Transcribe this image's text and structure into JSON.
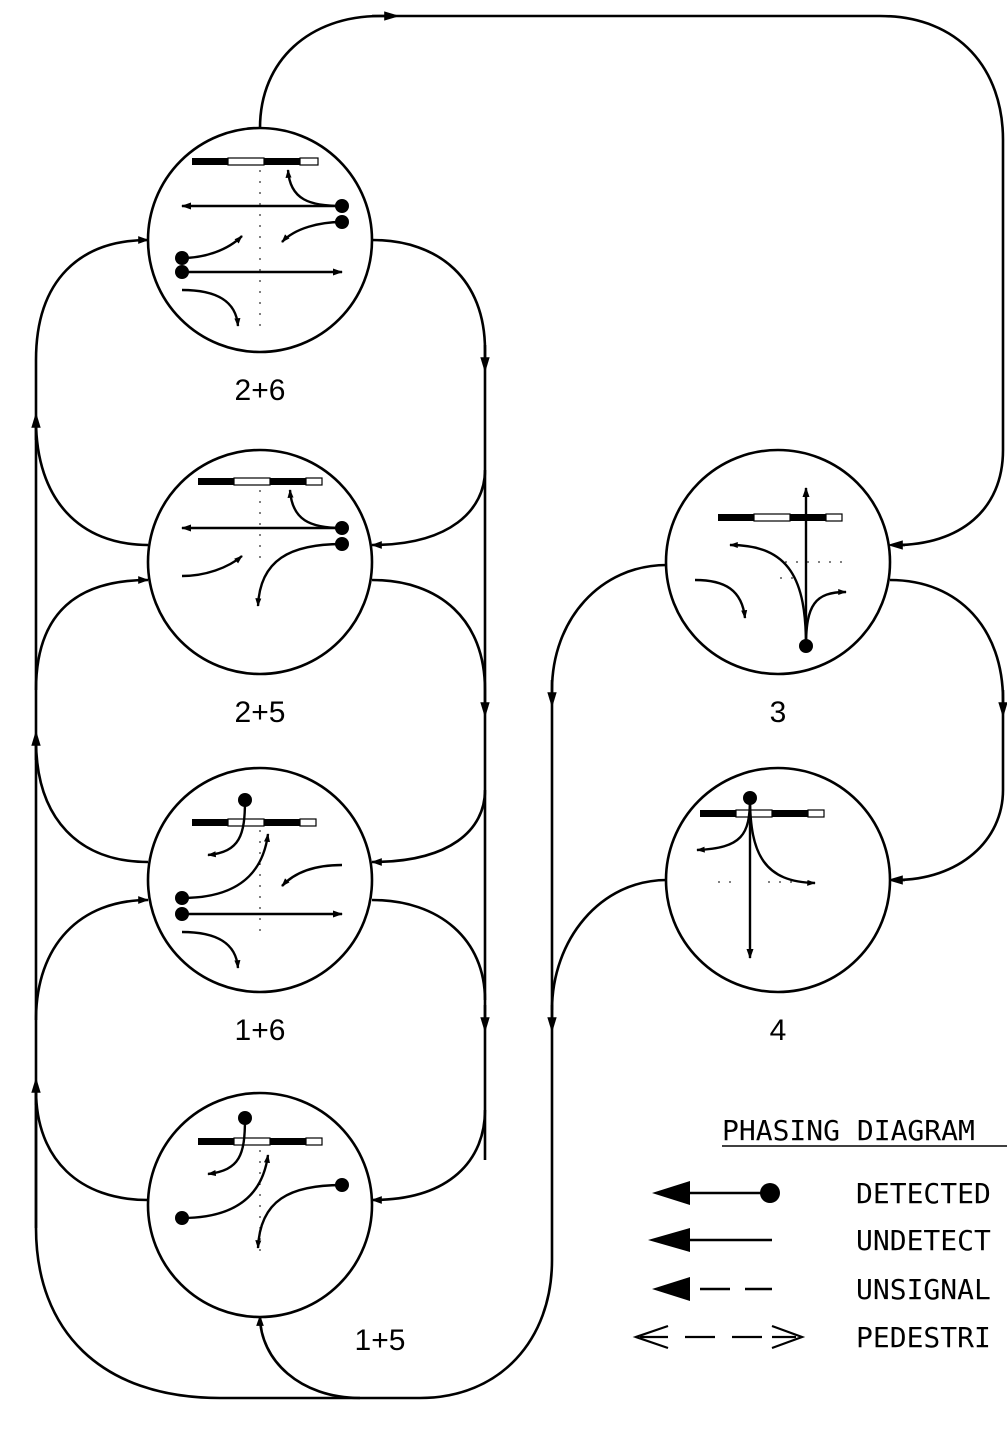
{
  "phases": [
    {
      "id": "2+6",
      "label": "2+6"
    },
    {
      "id": "2+5",
      "label": "2+5"
    },
    {
      "id": "1+6",
      "label": "1+6"
    },
    {
      "id": "1+5",
      "label": "1+5"
    },
    {
      "id": "3",
      "label": "3"
    },
    {
      "id": "4",
      "label": "4"
    }
  ],
  "legend": {
    "title": "PHASING DIAGRAM",
    "items": [
      {
        "symbol": "detected",
        "label": "DETECTED"
      },
      {
        "symbol": "undetected",
        "label": "UNDETECT"
      },
      {
        "symbol": "unsignalized",
        "label": "UNSIGNAL"
      },
      {
        "symbol": "pedestrian",
        "label": "PEDESTRI"
      }
    ]
  }
}
